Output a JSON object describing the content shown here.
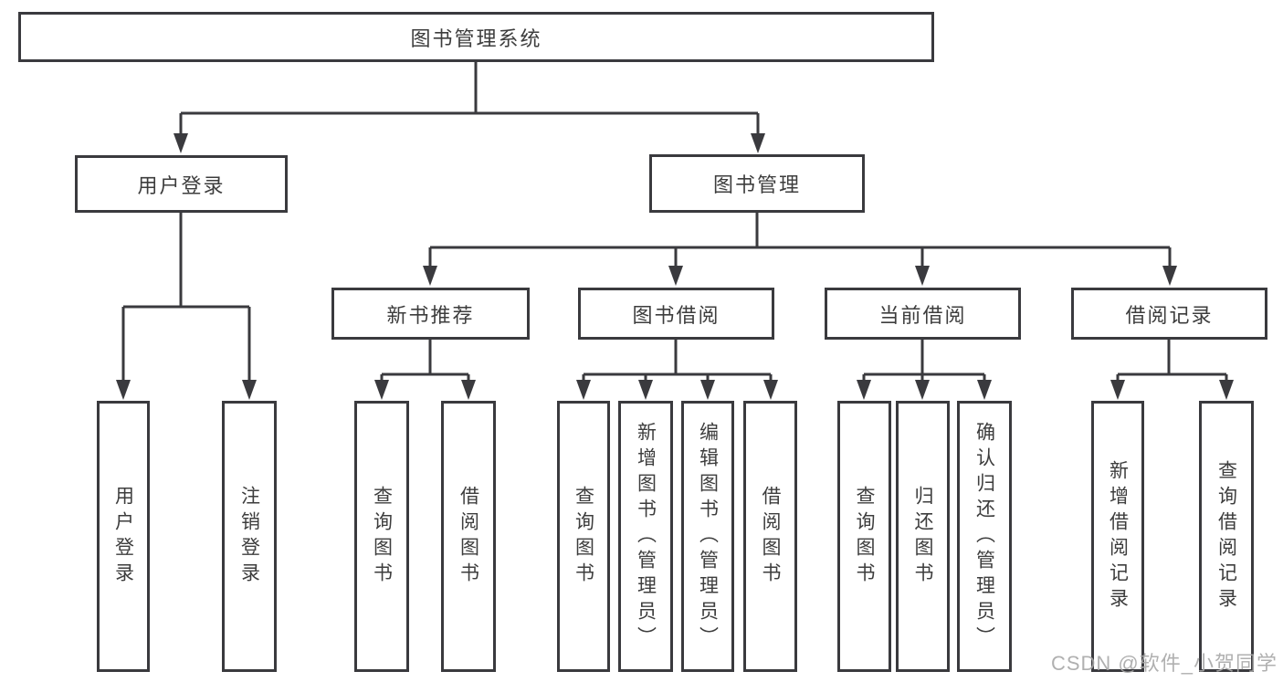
{
  "colors": {
    "line": "#3a3a3e",
    "text": "#3d3d3d",
    "box_background": "#ffffff",
    "watermark": "#a8a8a8"
  },
  "watermark": {
    "text": "CSDN @软件_小贺同学"
  },
  "tree": {
    "root": {
      "label": "图书管理系统"
    },
    "modules": [
      {
        "label": "用户登录",
        "features": [
          {
            "label": "用户登录"
          },
          {
            "label": "注销登录"
          }
        ]
      },
      {
        "label": "图书管理",
        "submodules": [
          {
            "label": "新书推荐",
            "features": [
              {
                "label": "查询图书"
              },
              {
                "label": "借阅图书"
              }
            ]
          },
          {
            "label": "图书借阅",
            "features": [
              {
                "label": "查询图书"
              },
              {
                "label": "新增图书（管理员）"
              },
              {
                "label": "编辑图书（管理员）"
              },
              {
                "label": "借阅图书"
              }
            ]
          },
          {
            "label": "当前借阅",
            "features": [
              {
                "label": "查询图书"
              },
              {
                "label": "归还图书"
              },
              {
                "label": "确认归还（管理员）"
              }
            ]
          },
          {
            "label": "借阅记录",
            "features": [
              {
                "label": "新增借阅记录"
              },
              {
                "label": "查询借阅记录"
              }
            ]
          }
        ]
      }
    ]
  }
}
